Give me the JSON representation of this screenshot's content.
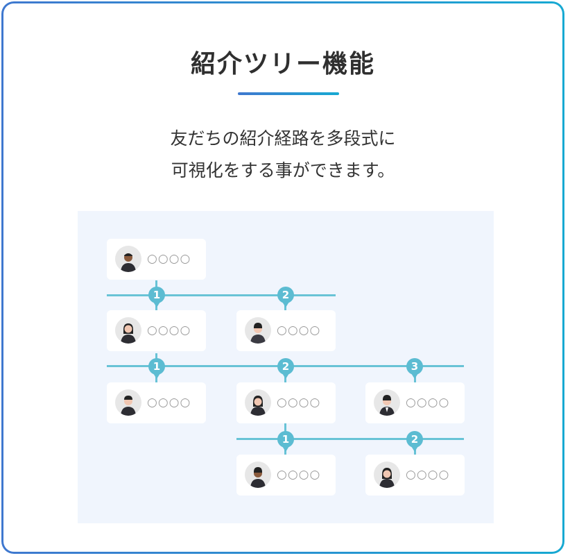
{
  "feature": {
    "title": "紹介ツリー機能",
    "description_lines": [
      "友だちの紹介経路を多段式に",
      "可視化をする事ができます。"
    ]
  },
  "tree": {
    "placeholder_name": "○○○○",
    "levels": [
      {
        "markers": [
          "1",
          "2"
        ]
      },
      {
        "markers": [
          "1",
          "2",
          "3"
        ]
      },
      {
        "markers": [
          "1",
          "2"
        ]
      }
    ]
  },
  "colors": {
    "accent_start": "#3f78cf",
    "accent_end": "#17a9d2",
    "connector": "#68c3d6",
    "diagram_bg": "#f0f5fd"
  }
}
